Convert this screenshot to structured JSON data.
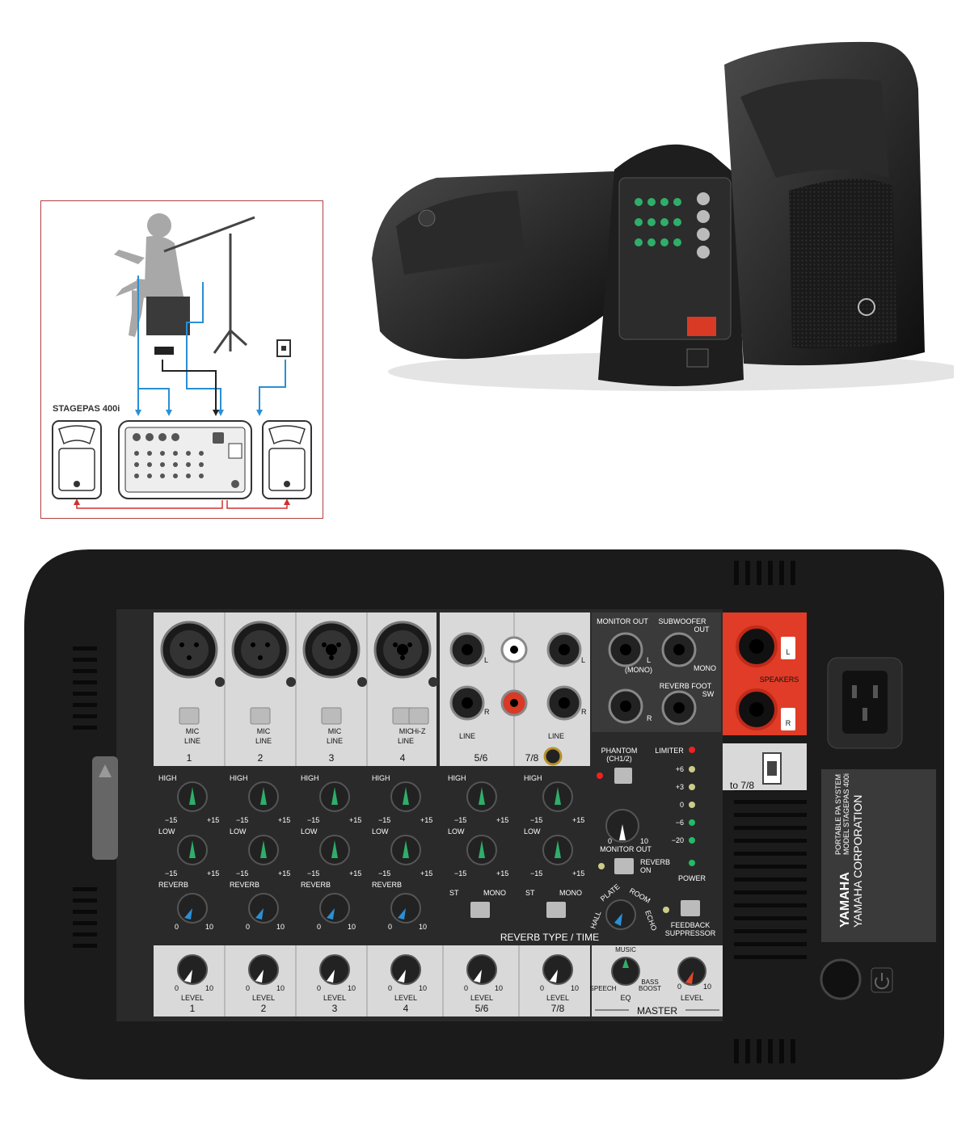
{
  "diagram": {
    "title": "STAGEPAS 400i"
  },
  "mixer": {
    "channels": [
      {
        "number": "1",
        "switch_top": "MIC",
        "switch_bottom": "LINE"
      },
      {
        "number": "2",
        "switch_top": "MIC",
        "switch_bottom": "LINE"
      },
      {
        "number": "3",
        "switch_top": "MIC",
        "switch_bottom": "LINE"
      },
      {
        "number": "4",
        "switch_top": "MIC",
        "switch_bottom": "LINE",
        "hiz": "Hi-Z"
      }
    ],
    "stereo_channels": [
      {
        "number": "5/6",
        "input_label": "LINE",
        "l": "L",
        "r": "R"
      },
      {
        "number": "7/8",
        "input_label": "LINE",
        "l": "L",
        "r": "R"
      }
    ],
    "eq": {
      "high": "HIGH",
      "low": "LOW",
      "reverb": "REVERB",
      "min": "−15",
      "max": "+15",
      "rev_min": "0",
      "rev_max": "10"
    },
    "st_mono": {
      "st": "ST",
      "mono": "MONO"
    },
    "level": {
      "label": "LEVEL",
      "min": "0",
      "max": "10"
    },
    "level_numbers": [
      "1",
      "2",
      "3",
      "4",
      "5/6",
      "7/8"
    ],
    "phones_label": "7/8",
    "usb_label": "to 7/8",
    "monitor_out": {
      "title": "MONITOR OUT",
      "mono": "(MONO)",
      "r": "R",
      "l": "L"
    },
    "subwoofer": {
      "line1": "SUBWOOFER",
      "line2": "OUT",
      "mono": "MONO"
    },
    "reverb_foot": {
      "line1": "REVERB FOOT",
      "line2": "SW"
    },
    "speakers": {
      "label": "SPEAKERS",
      "l": "L",
      "r": "R"
    },
    "phantom": {
      "line1": "PHANTOM",
      "line2": "(CH1/2)"
    },
    "limiter": {
      "label": "LIMITER",
      "scale": [
        "+6",
        "+3",
        "0",
        "−6",
        "−20"
      ]
    },
    "monitor_out_knob": {
      "label": "MONITOR OUT",
      "min": "0",
      "max": "10"
    },
    "reverb_on": {
      "line1": "REVERB",
      "line2": "ON"
    },
    "power": "POWER",
    "reverb_types": [
      "HALL",
      "PLATE",
      "ROOM",
      "ECHO"
    ],
    "reverb_type_time": "REVERB TYPE / TIME",
    "feedback": {
      "line1": "FEEDBACK",
      "line2": "SUPPRESSOR"
    },
    "master": {
      "title": "MASTER",
      "eq_label": "EQ",
      "music": "MUSIC",
      "speech": "SPEECH",
      "bass_boost_1": "BASS",
      "bass_boost_2": "BOOST",
      "level": "LEVEL",
      "min": "0",
      "max": "10"
    },
    "brand": {
      "logo": "YAMAHA",
      "line1": "PORTABLE PA SYSTEM",
      "line2": "MODEL STAGEPAS 400i",
      "corp": "YAMAHA CORPORATION"
    }
  },
  "colors": {
    "panel_black": "#1b1b1b",
    "strip_silver": "#dcdcdc",
    "knob_green": "#2fae6a",
    "knob_blue": "#2a8fd6",
    "knob_red": "#e24a2a",
    "speaker_jack_red": "#e03c28",
    "diagram_frame": "#b04040",
    "diagram_blue": "#2a8fd6",
    "diagram_red": "#d03030"
  }
}
